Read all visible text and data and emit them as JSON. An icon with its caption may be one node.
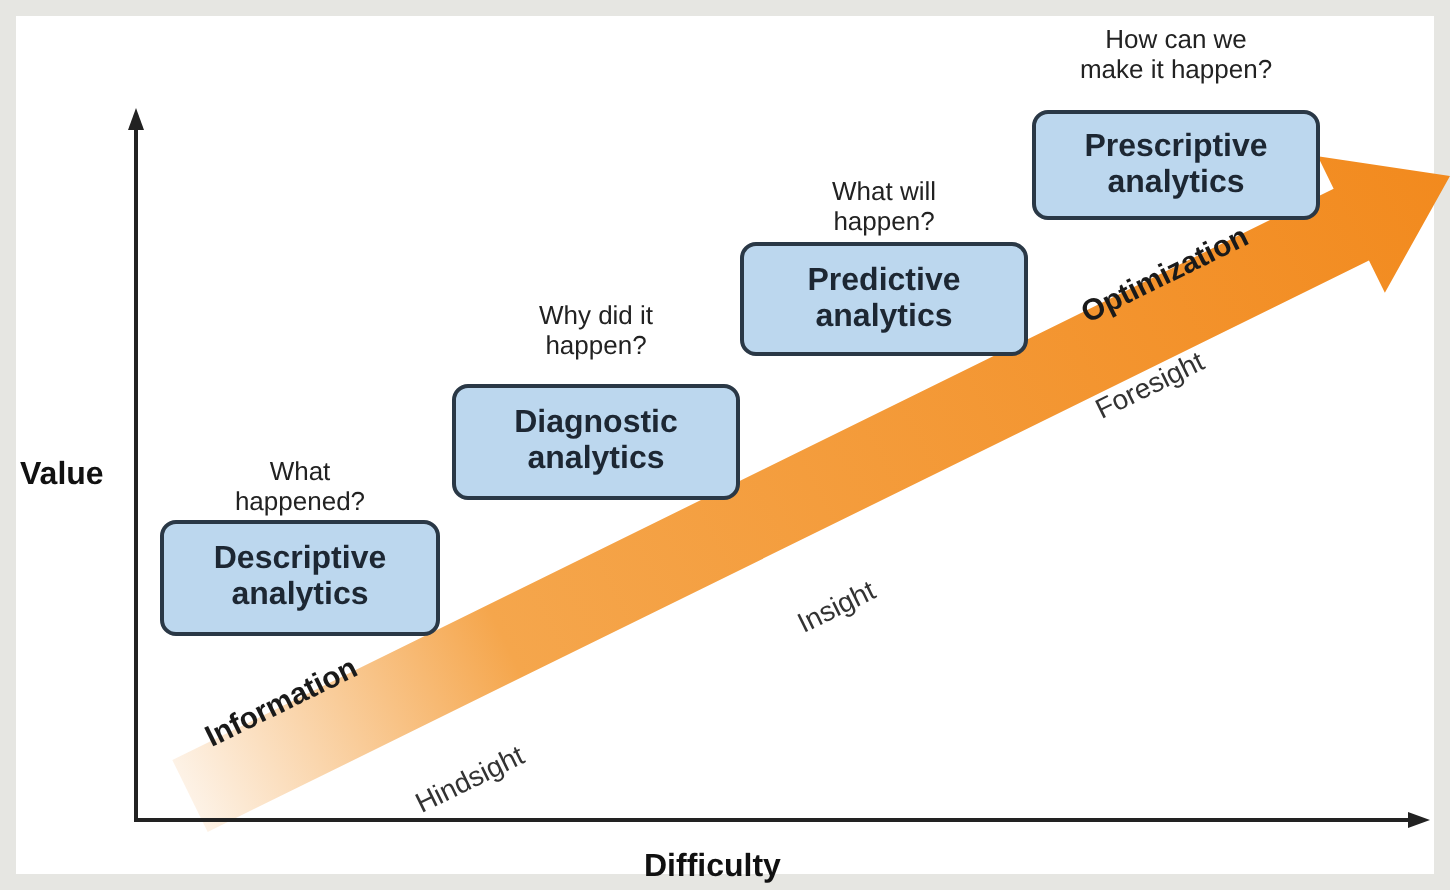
{
  "diagram": {
    "nodes": [
      {
        "text": [
          "Descriptive analytics"
        ],
        "beside": [
          "What happened?"
        ]
      },
      {
        "text": [
          "Diagnostic analytics"
        ],
        "beside": [
          "Why did it happen?"
        ]
      },
      {
        "text": [
          "Predictive analytics"
        ],
        "beside": [
          "What will happen?"
        ]
      },
      {
        "text": [
          "Prescriptive analytics"
        ],
        "beside": [
          "How can we make it happen?"
        ]
      }
    ],
    "edges": [],
    "labels": [
      "Value",
      "Difficulty",
      "Information",
      "Optimization",
      "Hindsight",
      "Insight",
      "Foresight"
    ]
  }
}
